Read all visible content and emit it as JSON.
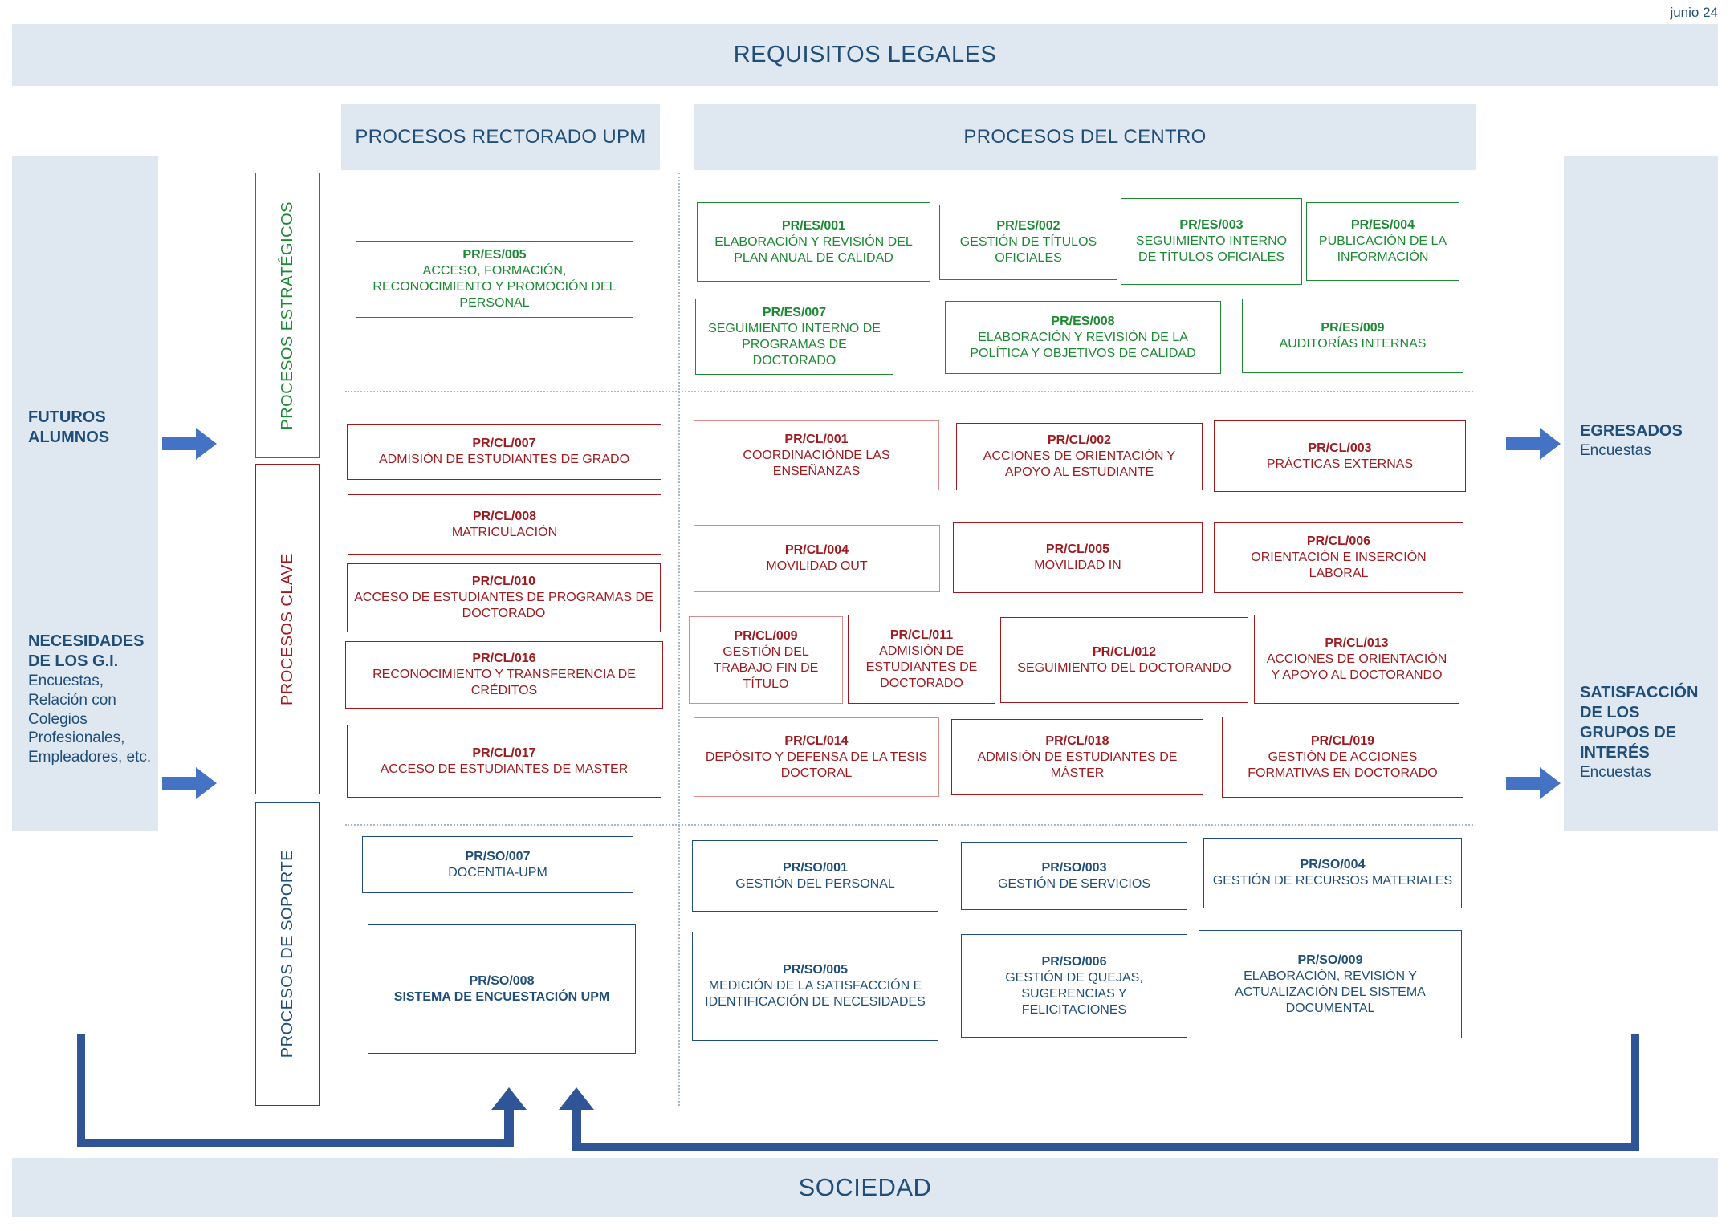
{
  "page": {
    "date": "junio 24",
    "top_banner": "REQUISITOS LEGALES",
    "bottom_banner": "SOCIEDAD"
  },
  "headers": {
    "rectorado": "PROCESOS RECTORADO UPM",
    "centro": "PROCESOS DEL CENTRO"
  },
  "lanes": {
    "estrategicos": "PROCESOS ESTRATÉGICOS",
    "clave": "PROCESOS CLAVE",
    "soporte": "PROCESOS DE SOPORTE"
  },
  "left_panel": {
    "futuros": "FUTUROS ALUMNOS",
    "necesidades_title": "NECESIDADES DE LOS G.I.",
    "necesidades_body": "Encuestas, Relación con Colegios Profesionales, Empleadores, etc."
  },
  "right_panel": {
    "egresados_title": "EGRESADOS",
    "egresados_body": "Encuestas",
    "satisfaccion_title": "SATISFACCIÓN DE LOS GRUPOS DE INTERÉS",
    "satisfaccion_body": "Encuestas"
  },
  "colors": {
    "strategic_green": "#1c8933",
    "key_red": "#9e1b20",
    "support_blue": "#1f4e79",
    "panel_bg": "#dfe8f1",
    "side_arrow_blue": "#4472c4",
    "connector_blue": "#2f5597"
  },
  "processes": {
    "es005": {
      "code": "PR/ES/005",
      "title": "ACCESO, FORMACIÓN, RECONOCIMIENTO Y PROMOCIÓN  DEL PERSONAL"
    },
    "es001": {
      "code": "PR/ES/001",
      "title": "ELABORACIÓN Y REVISIÓN DEL PLAN ANUAL DE CALIDAD"
    },
    "es002": {
      "code": "PR/ES/002",
      "title": "GESTIÓN DE TÍTULOS OFICIALES"
    },
    "es003": {
      "code": "PR/ES/003",
      "title": "SEGUIMIENTO INTERNO DE TÍTULOS OFICIALES"
    },
    "es004": {
      "code": "PR/ES/004",
      "title": "PUBLICACIÓN DE LA INFORMACIÓN"
    },
    "es007": {
      "code": "PR/ES/007",
      "title": "SEGUIMIENTO INTERNO DE PROGRAMAS DE DOCTORADO"
    },
    "es008": {
      "code": "PR/ES/008",
      "title": "ELABORACIÓN Y REVISIÓN DE LA POLÍTICA Y OBJETIVOS DE CALIDAD"
    },
    "es009": {
      "code": "PR/ES/009",
      "title": "AUDITORÍAS INTERNAS"
    },
    "cl007": {
      "code": "PR/CL/007",
      "title": "ADMISIÓN DE ESTUDIANTES DE GRADO"
    },
    "cl008": {
      "code": "PR/CL/008",
      "title": "MATRICULACIÓN"
    },
    "cl010": {
      "code": "PR/CL/010",
      "title": "ACCESO DE ESTUDIANTES DE PROGRAMAS DE DOCTORADO"
    },
    "cl016": {
      "code": "PR/CL/016",
      "title": "RECONOCIMIENTO Y TRANSFERENCIA DE CRÉDITOS"
    },
    "cl017": {
      "code": "PR/CL/017",
      "title": "ACCESO DE ESTUDIANTES DE MASTER"
    },
    "cl001": {
      "code": "PR/CL/001",
      "title": "COORDINACIÓNDE LAS ENSEÑANZAS"
    },
    "cl002": {
      "code": "PR/CL/002",
      "title": "ACCIONES DE ORIENTACIÓN Y APOYO AL ESTUDIANTE"
    },
    "cl003": {
      "code": "PR/CL/003",
      "title": "PRÁCTICAS EXTERNAS"
    },
    "cl004": {
      "code": "PR/CL/004",
      "title": "MOVILIDAD OUT"
    },
    "cl005": {
      "code": "PR/CL/005",
      "title": "MOVILIDAD IN"
    },
    "cl006": {
      "code": "PR/CL/006",
      "title": "ORIENTACIÓN E INSERCIÓN LABORAL"
    },
    "cl009": {
      "code": "PR/CL/009",
      "title": "GESTIÓN DEL TRABAJO FIN DE TÍTULO"
    },
    "cl011": {
      "code": "PR/CL/011",
      "title": "ADMISIÓN DE ESTUDIANTES DE DOCTORADO"
    },
    "cl012": {
      "code": "PR/CL/012",
      "title": "SEGUIMIENTO DEL DOCTORANDO"
    },
    "cl013": {
      "code": "PR/CL/013",
      "title": "ACCIONES DE ORIENTACIÓN Y APOYO AL DOCTORANDO"
    },
    "cl014": {
      "code": "PR/CL/014",
      "title": "DEPÓSITO Y DEFENSA DE LA TESIS DOCTORAL"
    },
    "cl018": {
      "code": "PR/CL/018",
      "title": "ADMISIÓN DE ESTUDIANTES DE MÁSTER"
    },
    "cl019": {
      "code": "PR/CL/019",
      "title": "GESTIÓN DE ACCIONES FORMATIVAS EN DOCTORADO"
    },
    "so007": {
      "code": "PR/SO/007",
      "title": "DOCENTIA-UPM"
    },
    "so008": {
      "code": "PR/SO/008",
      "title": "SISTEMA DE ENCUESTACIÓN UPM"
    },
    "so001": {
      "code": "PR/SO/001",
      "title": "GESTIÓN DEL PERSONAL"
    },
    "so003": {
      "code": "PR/SO/003",
      "title": "GESTIÓN DE SERVICIOS"
    },
    "so004": {
      "code": "PR/SO/004",
      "title": "GESTIÓN DE RECURSOS MATERIALES"
    },
    "so005": {
      "code": "PR/SO/005",
      "title": "MEDICIÓN DE LA SATISFACCIÓN E IDENTIFICACIÓN DE NECESIDADES"
    },
    "so006": {
      "code": "PR/SO/006",
      "title": "GESTIÓN DE QUEJAS, SUGERENCIAS Y FELICITACIONES"
    },
    "so009": {
      "code": "PR/SO/009",
      "title": "ELABORACIÓN, REVISIÓN Y ACTUALIZACIÓN DEL SISTEMA DOCUMENTAL"
    }
  }
}
